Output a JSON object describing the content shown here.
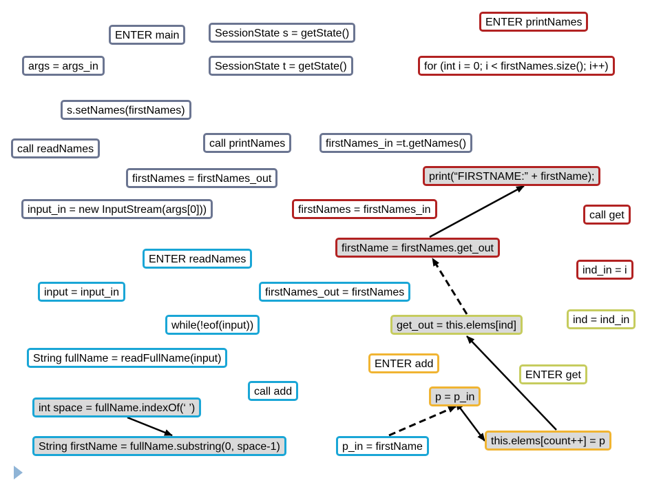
{
  "palette": {
    "main": "#6b7591",
    "printNames": "#b22222",
    "readNames": "#1aa6d6",
    "add": "#f0b432",
    "get": "#c6cc5e",
    "highlight_fill": "#dadada",
    "edge": "#000000"
  },
  "main_nodes": {
    "enter_main": "ENTER main",
    "session_s": "SessionState s = getState()",
    "args_assign": "args = args_in",
    "session_t": "SessionState t = getState()",
    "set_names": "s.setNames(firstNames)",
    "call_readnames": "call readNames",
    "call_printnames": "call printNames",
    "firstnames_in_assign": "firstNames_in =t.getNames()",
    "firstnames_out_assign": "firstNames = firstNames_out",
    "input_in_assign": "input_in = new InputStream(args[0]))"
  },
  "printnames_nodes": {
    "enter_printnames": "ENTER printNames",
    "for_loop": "for (int i = 0; i < firstNames.size(); i++)",
    "print_stmt": "print(“FIRSTNAME:” + firstName);",
    "firstnames_assign": "firstNames = firstNames_in",
    "call_get": "call get",
    "firstname_get": "firstName = firstNames.get_out",
    "ind_in": "ind_in = i"
  },
  "readnames_nodes": {
    "enter_readnames": "ENTER readNames",
    "input_assign": "input = input_in",
    "firstnames_out": "firstNames_out = firstNames",
    "while_loop": "while(!eof(input))",
    "fullname": "String fullName = readFullName(input)",
    "call_add": "call add",
    "space": "int space = fullName.indexOf(‘ ’)",
    "substring": "String firstName = fullName.substring(0, space-1)",
    "p_in": "p_in = firstName"
  },
  "add_nodes": {
    "enter_add": "ENTER add",
    "p_assign": "p = p_in",
    "elems_store": "this.elems[count++] = p"
  },
  "get_nodes": {
    "get_out": "get_out = this.elems[ind]",
    "ind_assign": "ind = ind_in",
    "enter_get": "ENTER get"
  },
  "edges": [
    {
      "from": "space",
      "to": "substring",
      "style": "solid"
    },
    {
      "from": "p_in",
      "to": "p_assign",
      "style": "dashed"
    },
    {
      "from": "p_assign",
      "to": "elems_store",
      "style": "solid-double"
    },
    {
      "from": "elems_store",
      "to": "get_out",
      "style": "solid"
    },
    {
      "from": "get_out",
      "to": "firstname_get",
      "style": "dashed"
    },
    {
      "from": "firstname_get",
      "to": "print_stmt",
      "style": "solid"
    }
  ]
}
